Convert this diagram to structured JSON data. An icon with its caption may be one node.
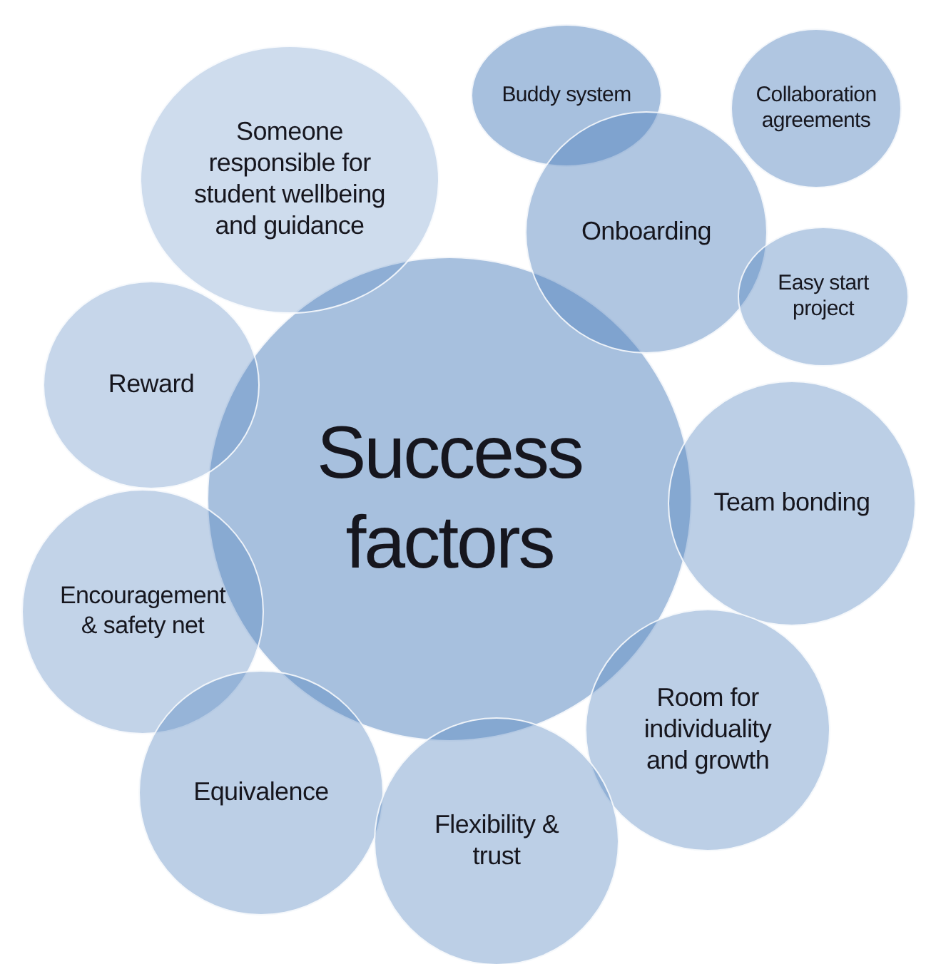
{
  "diagram": {
    "nodes": [
      {
        "text": [
          "Success factors"
        ]
      },
      {
        "text": [
          "Someone responsible for student wellbeing and guidance"
        ]
      },
      {
        "text": [
          "Buddy system"
        ]
      },
      {
        "text": [
          "Collaboration agreements"
        ]
      },
      {
        "text": [
          "Onboarding"
        ]
      },
      {
        "text": [
          "Easy start project"
        ]
      },
      {
        "text": [
          "Reward"
        ]
      },
      {
        "text": [
          "Team bonding"
        ]
      },
      {
        "text": [
          "Encouragement & safety net"
        ]
      },
      {
        "text": [
          "Room for individuality and growth"
        ]
      },
      {
        "text": [
          "Equivalence"
        ]
      },
      {
        "text": [
          "Flexibility & trust"
        ]
      }
    ]
  }
}
